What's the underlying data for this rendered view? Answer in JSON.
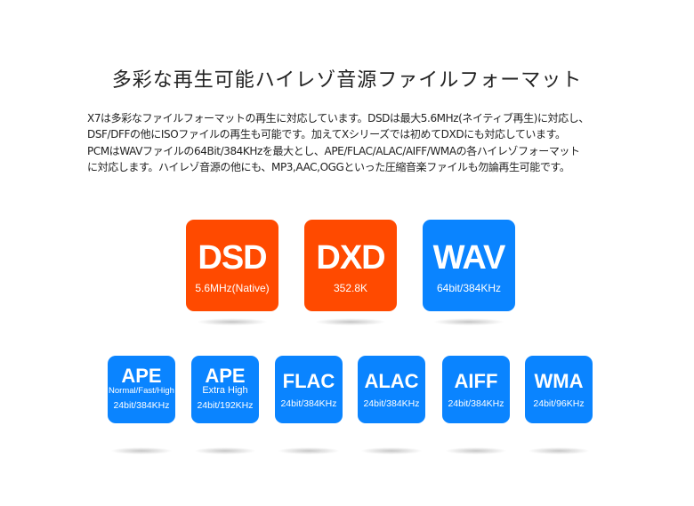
{
  "title": "多彩な再生可能ハイレゾ音源ファイルフォーマット",
  "description_lines": [
    "X7は多彩なファイルフォーマットの再生に対応しています。DSDは最大5.6MHz(ネイティブ再生)に対応し、",
    "DSF/DFFの他にISOファイルの再生も可能です。加えてXシリーズでは初めてDXDにも対応しています。",
    "PCMはWAVファイルの64Bit/384KHzを最大とし、APE/FLAC/ALAC/AIFF/WMAの各ハイレゾフォーマット",
    "に対応します。ハイレゾ音源の他にも、MP3,AAC,OGGといった圧縮音楽ファイルも勿論再生可能です。"
  ],
  "colors": {
    "orange": "#ff4a00",
    "blue": "#0a84ff"
  },
  "big_formats": [
    {
      "name": "DSD",
      "spec": "5.6MHz(Native)"
    },
    {
      "name": "DXD",
      "spec": "352.8K"
    },
    {
      "name": "WAV",
      "spec": "64bit/384KHz"
    }
  ],
  "small_formats": [
    {
      "name": "APE",
      "sub": "Normal/Fast/High",
      "spec": "24bit/384KHz"
    },
    {
      "name": "APE",
      "sub": "Extra High",
      "spec": "24bit/192KHz"
    },
    {
      "name": "FLAC",
      "spec": "24bit/384KHz"
    },
    {
      "name": "ALAC",
      "spec": "24bit/384KHz"
    },
    {
      "name": "AIFF",
      "spec": "24bit/384KHz"
    },
    {
      "name": "WMA",
      "spec": "24bit/96KHz"
    }
  ]
}
